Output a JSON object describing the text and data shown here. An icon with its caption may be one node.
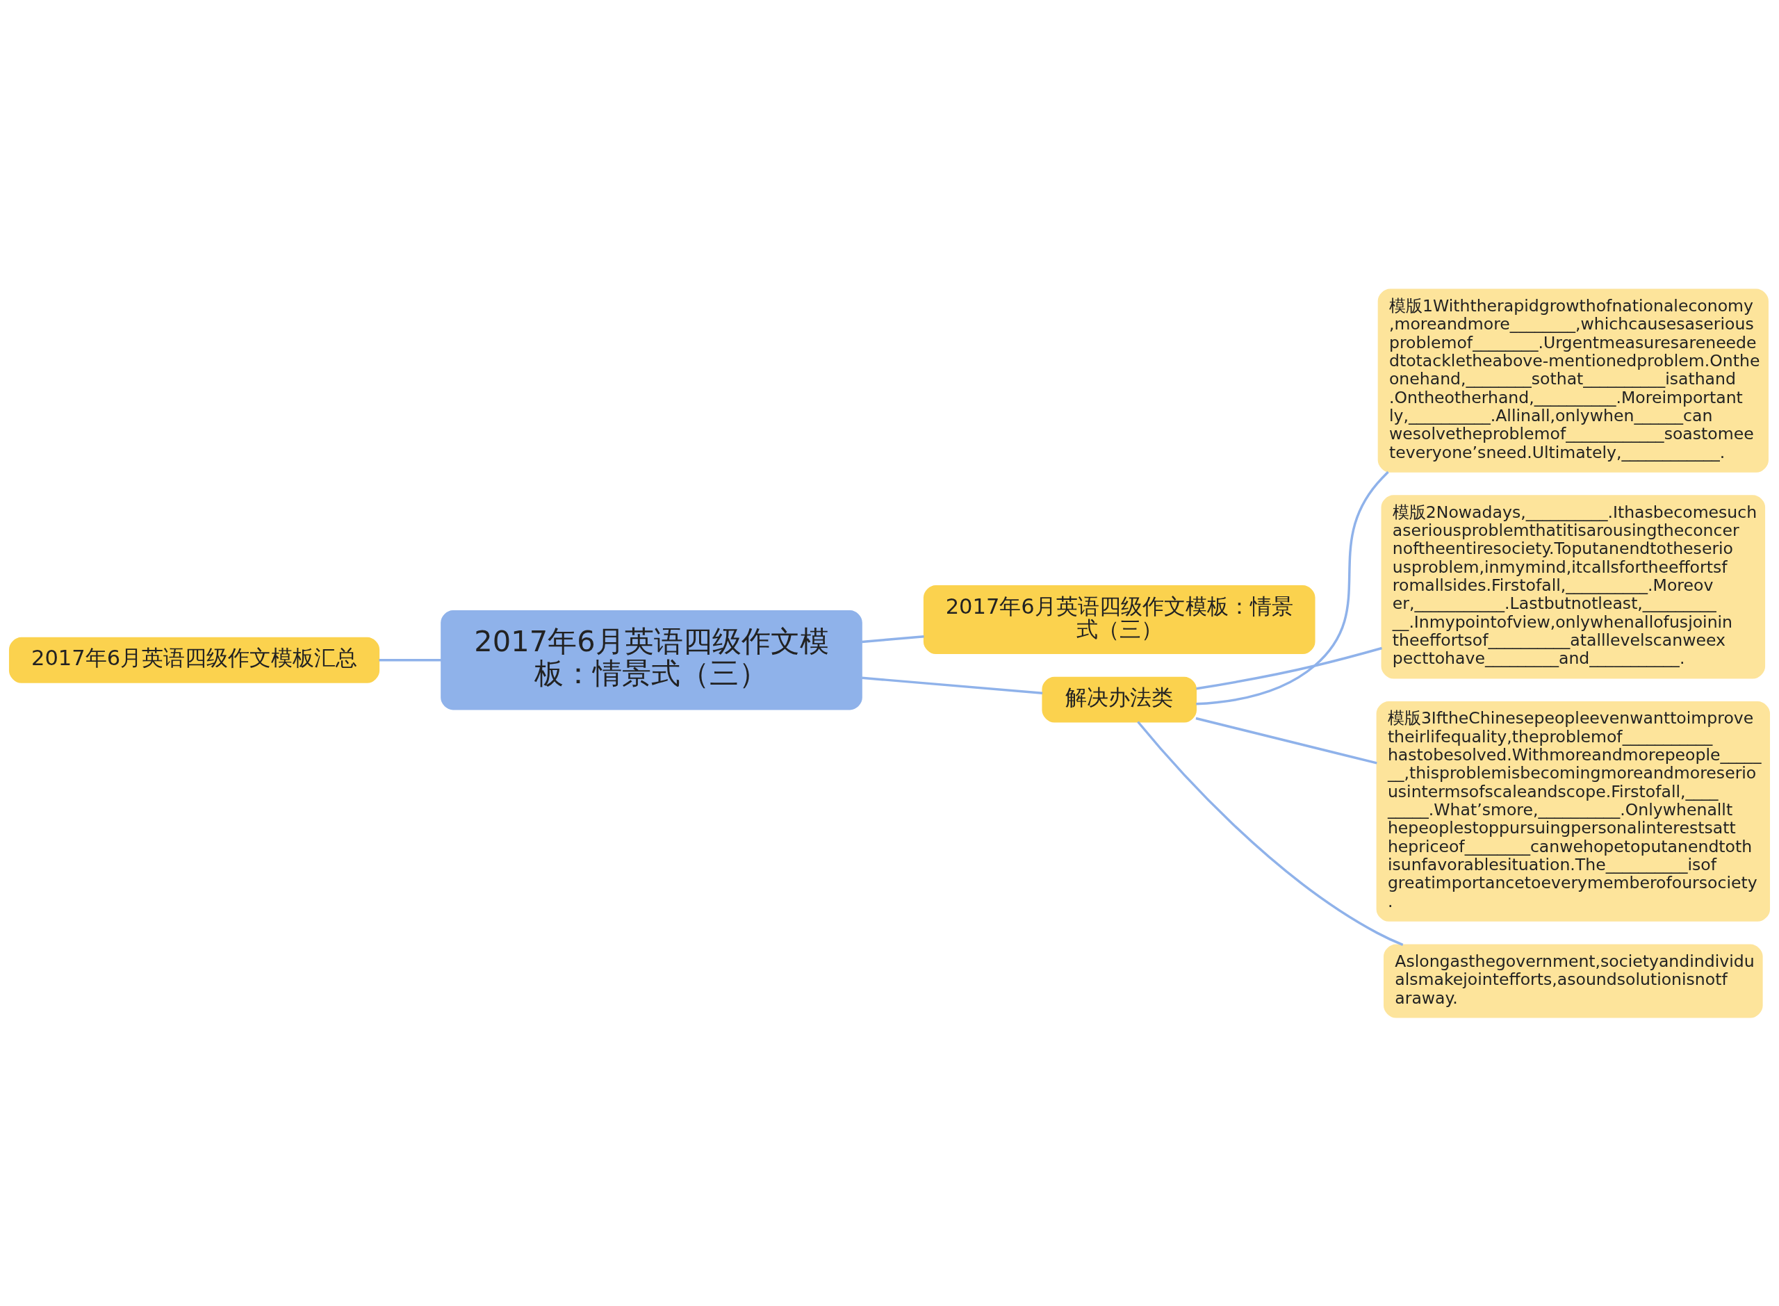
{
  "diagram": {
    "nodes": [
      {
        "text": [
          "2017年6月英语四级作文模板：情景式（三）"
        ]
      },
      {
        "text": [
          "2017年6月英语四级作文模板汇总"
        ]
      },
      {
        "text": [
          "2017年6月英语四级作文模板：情景式（三）"
        ]
      },
      {
        "text": [
          "解决办法类"
        ]
      },
      {
        "text": [
          "模版1Withtherapidgrowthofnationaleconomy,moreandmore________,whichcausesaseriousproblemof________.Urgentmeasuresareneededtotackletheabove-mentionedproblem.Ontheonehand,________sothat__________isathand.Ontheotherhand,__________.Moreimportantly,__________.Allinall,onlywhen______canwesolvetheproblemof____________soastomeeteveryone’sneed.Ultimately,____________."
        ]
      },
      {
        "text": [
          "模版2Nowadays,__________.Ithasbecomesuchaseriousproblemthatitisarousingtheconcernoftheentiresociety.Toputanendtotheseriousproblem,inmymind,itcallsfortheeffortsfromallsides.Firstofall,__________.Moreover,___________.Lastbutnotleast,___________.Inmypointofview,onlywhenallofusjoinintheeffortsof__________atalllevelscanweexpecttohave_________and___________."
        ]
      },
      {
        "text": [
          "模版3IftheChinesepeopleevenwanttoimprovetheirlifequality,theproblemof___________hastobesolved.Withmoreandmorepeople_______,thisproblemisbecomingmoreandmoreseriousintermsofscaleandscope.Firstofall,_________.What’smore,__________.Onlywhenallthepeoplestoppursuingpersonalinterestsatthepriceof________canwehopetoputanendtothisunfavorablesituation.The__________isofgreatimportancetoeverymemberofoursociety."
        ]
      },
      {
        "text": [
          "Aslongasthegovernment,societyandindividualsmakejointefforts,asoundsolutionisnotfaraway."
        ]
      }
    ],
    "edges": [
      {
        "from": 0,
        "to": 1,
        "arrow": "none"
      },
      {
        "from": 0,
        "to": 2,
        "arrow": "none"
      },
      {
        "from": 0,
        "to": 3,
        "arrow": "none"
      },
      {
        "from": 3,
        "to": 4,
        "arrow": "none"
      },
      {
        "from": 3,
        "to": 5,
        "arrow": "none"
      },
      {
        "from": 3,
        "to": 6,
        "arrow": "none"
      },
      {
        "from": 3,
        "to": 7,
        "arrow": "none"
      }
    ]
  }
}
